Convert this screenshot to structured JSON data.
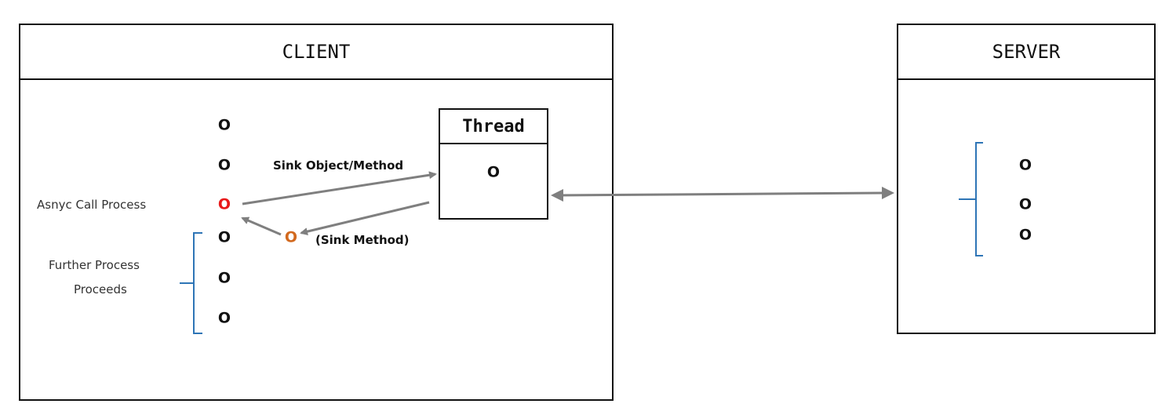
{
  "client": {
    "title": "CLIENT"
  },
  "server": {
    "title": "SERVER",
    "items": [
      "O",
      "O",
      "O"
    ]
  },
  "thread": {
    "title": "Thread",
    "item": "O"
  },
  "client_column": [
    "O",
    "O",
    "O",
    "O",
    "O",
    "O"
  ],
  "sink_item": "O",
  "labels": {
    "async_call": "Asnyc Call Process",
    "further_line1": "Further Process",
    "further_line2": "Proceeds",
    "sink_object_method": "Sink Object/Method",
    "sink_method": "(Sink Method)"
  },
  "colors": {
    "async_marker": "#e8191a",
    "sink_marker": "#d2691e",
    "bracket": "#2e75b6",
    "arrow": "#7f7f7f"
  }
}
